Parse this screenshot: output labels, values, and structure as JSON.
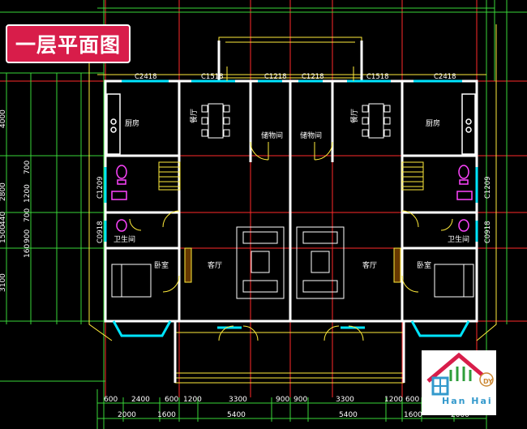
{
  "title": "一层平面图",
  "rooms": {
    "kitchen": "厨房",
    "dining": "餐厅",
    "storage": "储物间",
    "living": "客厅",
    "bedroom": "卧室",
    "bathroom": "卫生间"
  },
  "window_tags": {
    "c2418": "C2418",
    "c1518": "C1518",
    "c1218": "C1218",
    "c1209": "C1209",
    "c0918": "C0918"
  },
  "left_dims": [
    "4000",
    "700",
    "1200",
    "2800",
    "700",
    "440",
    "900",
    "1500",
    "160",
    "3100"
  ],
  "bottom_dims_top": [
    "600",
    "2400",
    "600",
    "1200",
    "3300",
    "900",
    "900",
    "3300",
    "1200",
    "600"
  ],
  "bottom_dims_bottom": [
    "2000",
    "1600",
    "5400",
    "5400",
    "1600",
    "2000"
  ],
  "logo": {
    "text": "Han Hai",
    "badge": "DY"
  },
  "colors": {
    "title_bg": "#d81d4a",
    "wall": "#ffffff",
    "axis": "#ff2a2a",
    "dimension": "#39d639",
    "window": "#00e5ff",
    "door": "#ffeb3b",
    "fixture": "#ff44ff"
  }
}
